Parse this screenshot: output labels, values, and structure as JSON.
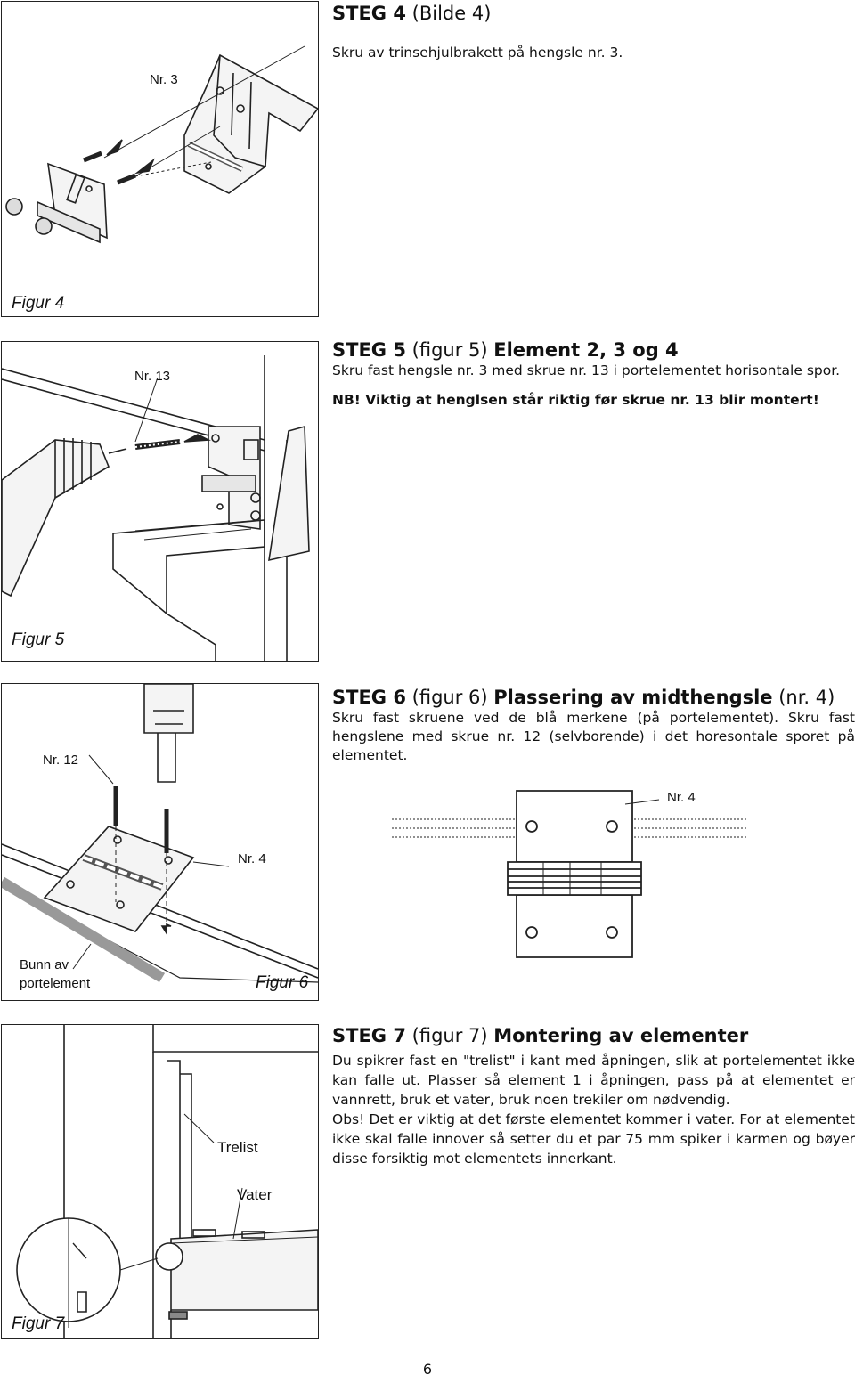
{
  "figures": {
    "fig4": {
      "caption": "Figur 4",
      "label_nr3": "Nr. 3"
    },
    "fig5": {
      "caption": "Figur 5",
      "label_nr13": "Nr. 13"
    },
    "fig6": {
      "caption": "Figur 6",
      "label_nr12": "Nr. 12",
      "label_nr4": "Nr. 4",
      "label_bottom": "Bunn av portelement"
    },
    "fig6b": {
      "label_nr4": "Nr. 4"
    },
    "fig7": {
      "caption": "Figur 7",
      "label_trelist": "Trelist",
      "label_vater": "Vater"
    }
  },
  "steps": {
    "step4": {
      "title_bold": "STEG 4",
      "title_rest": " (Bilde 4)",
      "text": "Skru av trinsehjulbrakett på hengsle nr. 3."
    },
    "step5": {
      "title_bold": "STEG 5",
      "title_mid": " (figur 5) ",
      "title_bold2": "Element 2, 3 og 4",
      "text": "Skru fast hengsle nr. 3 med skrue nr. 13 i portelementet horisontale spor.",
      "note": "NB! Viktig at henglsen står riktig før skrue nr. 13 blir montert!"
    },
    "step6": {
      "title_bold": "STEG 6",
      "title_mid": " (figur 6) ",
      "title_bold2": "Plassering av midthengsle",
      "title_rest": " (nr. 4)",
      "text": "Skru fast skruene ved de blå merkene (på portelementet). Skru fast hengslene med skrue nr. 12 (selvborende) i det horesontale sporet på elementet."
    },
    "step7": {
      "title_bold": "STEG 7",
      "title_mid": " (figur 7) ",
      "title_bold2": "Montering av elementer",
      "text": "Du spikrer fast en \"trelist\" i kant med åpningen, slik at portelementet ikke kan falle ut. Plasser så element 1 i åpningen, pass på at elementet er vannrett, bruk et vater, bruk noen trekiler om nødvendig.",
      "obs": "Obs! Det er viktig at det første elementet kommer i vater. For at elementet ikke skal falle innover så setter du et par 75 mm spiker i karmen og bøyer disse forsiktig mot elementets innerkant."
    }
  },
  "page_number": "6"
}
